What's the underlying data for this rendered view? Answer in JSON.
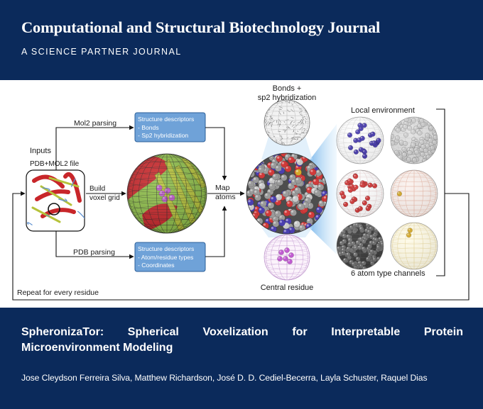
{
  "journal": {
    "title": "Computational and Structural Biotechnology Journal",
    "subtitle": "A SCIENCE PARTNER JOURNAL"
  },
  "figure": {
    "inputs_label": "Inputs",
    "file_label": "PDB+MOL2 file",
    "mol2_parsing": "Mol2 parsing",
    "pdb_parsing": "PDB parsing",
    "build_line1": "Build",
    "build_line2": "voxel grid",
    "map_line1": "Map",
    "map_line2": "atoms",
    "mol2_descriptors": {
      "title": "Structure descriptors",
      "items": [
        "- Bonds",
        "- Sp2 hybridization"
      ]
    },
    "pdb_descriptors": {
      "title": "Structure descriptors",
      "items": [
        "- Atom/residue types",
        "- Coordinates"
      ]
    },
    "bonds_line1": "Bonds +",
    "bonds_line2": "sp2 hybridization",
    "local_environment": "Local environment",
    "central_residue": "Central residue",
    "channels_label": "6 atom type channels",
    "repeat_label": "Repeat for every residue",
    "colors": {
      "box_fill": "#6fa2d8",
      "box_stroke": "#2b5f99",
      "carbon": "#9a9a9a",
      "nitrogen": "#4b3fb0",
      "oxygen": "#d03a3a",
      "sulfur": "#d4a82a",
      "helix": "#c8262a",
      "sheet": "#b6c23a",
      "ligand": "#c05bd0"
    }
  },
  "article": {
    "title_line1": "SpheronizaTor: Spherical Voxelization for Interpretable Protein",
    "title_line2": "Microenvironment Modeling",
    "authors": "Jose Cleydson Ferreira Silva, Matthew Richardson, José D. D. Cediel-Becerra, Layla Schuster, Raquel Dias"
  }
}
